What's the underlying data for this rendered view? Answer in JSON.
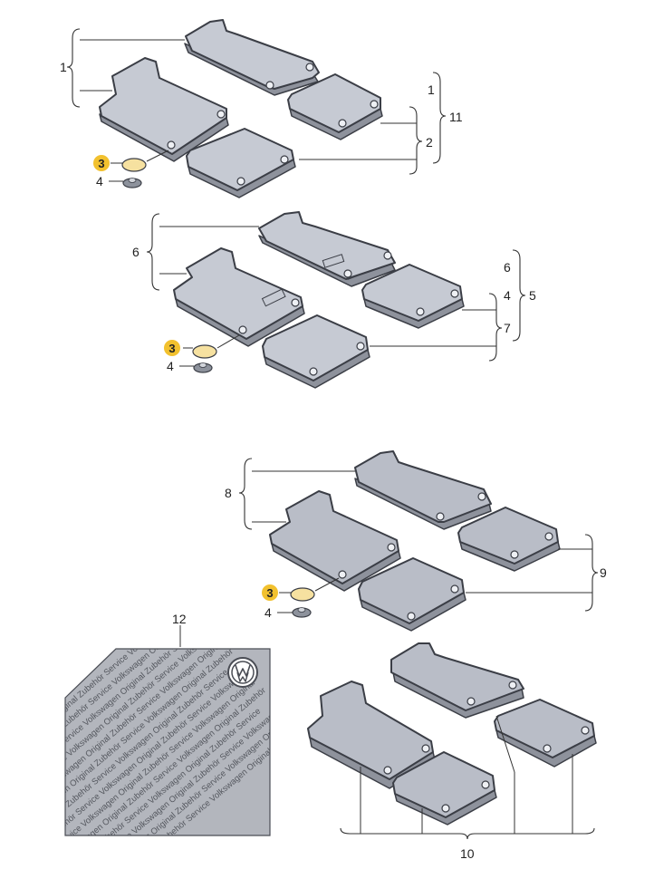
{
  "callouts": {
    "c1_top": "1",
    "c1_right": "1",
    "c2": "2",
    "c11": "11",
    "c3_a": "3",
    "c4_a": "4",
    "c6_left": "6",
    "c6_right": "6",
    "c4_mid": "4",
    "c5": "5",
    "c7": "7",
    "c3_b": "3",
    "c4_b": "4",
    "c8": "8",
    "c9": "9",
    "c3_c": "3",
    "c4_c": "4",
    "c12": "12",
    "c10": "10"
  },
  "sticker": {
    "lines": [
      "Service Volkswagen Original Zubehör Service Volkswagen Original",
      "Volkswagen Original Zubehör Service Volkswagen Original Zubehör",
      "Original Zubehör Service Volkswagen Original Zubehör Service",
      "Zubehör Service Volkswagen Original Zubehör Service Volkswagen",
      "Service Volkswagen Original Zubehör Service Volkswagen Original",
      "Volkswagen Original Zubehör Service Volkswagen Original Zubehör",
      "Original Zubehör Service Volkswagen Original Zubehör Service",
      "Zubehör Service Volkswagen Original Zubehör Service Volkswagen",
      "Service Volkswagen Original Zubehör Service Volkswagen Original",
      "Volkswagen Original Zubehör Service Volkswagen Original Zubehör",
      "Original Zubehör Service Volkswagen Original Zubehör Service",
      "Zubehör Service Volkswagen Original Zubehör Service Volkswagen",
      "Service Volkswagen Original Zubehör Service Volkswagen Original",
      "Volkswagen Original Zubehör Service Volkswagen Original Zubehör"
    ]
  },
  "colors": {
    "badge_fill": "#f2c12e",
    "mat_fill": "#c6cad3",
    "outline": "#3b3e46"
  }
}
